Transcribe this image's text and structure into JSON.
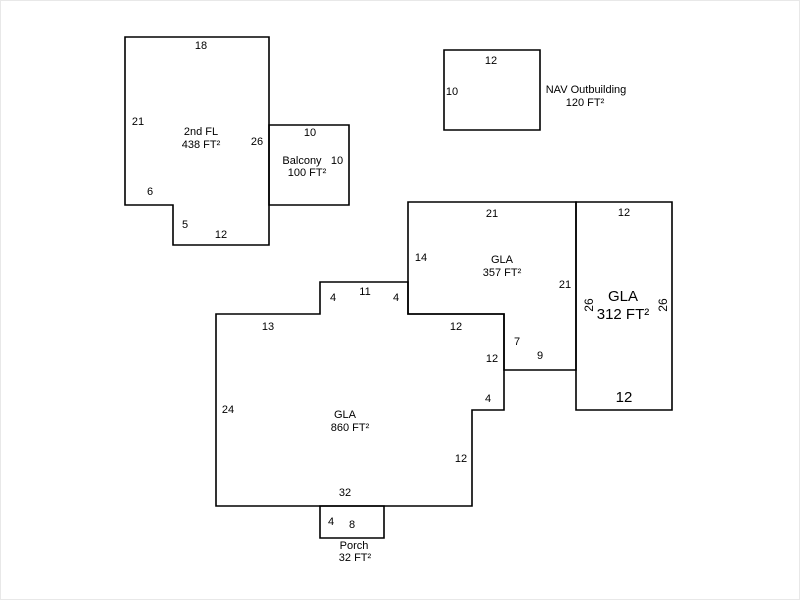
{
  "sketch": {
    "background_color": "#ffffff",
    "line_color": "#000000",
    "shapes": {
      "second_floor": {
        "label": "2nd FL",
        "area": "438 FT²",
        "dim_top": "18",
        "dim_left": "21",
        "dim_right": "26",
        "dim_notch_bottom": "6",
        "dim_notch_side": "5",
        "dim_bottom": "12"
      },
      "balcony": {
        "label": "Balcony",
        "area": "100 FT²",
        "dim_top": "10",
        "dim_right": "10"
      },
      "outbuilding": {
        "label": "NAV Outbuilding",
        "area": "120 FT²",
        "dim_top": "12",
        "dim_left": "10"
      },
      "gla_357": {
        "label": "GLA",
        "area": "357 FT²",
        "dim_top": "21",
        "dim_left": "14",
        "dim_right": "21",
        "dim_notch_side": "7",
        "dim_bottom": "9"
      },
      "gla_312": {
        "label": "GLA",
        "area": "312 FT²",
        "dim_top": "12",
        "dim_left": "26",
        "dim_right": "26",
        "dim_bottom": "12"
      },
      "gla_860": {
        "label": "GLA",
        "area": "860 FT²",
        "dim_top_left": "13",
        "dim_bump_left": "4",
        "dim_bump_top": "11",
        "dim_bump_right": "4",
        "dim_top_right": "12",
        "dim_right_upper": "12",
        "dim_step_top": "4",
        "dim_right_lower": "12",
        "dim_left": "24",
        "dim_bottom": "32"
      },
      "porch": {
        "label": "Porch",
        "area": "32 FT²",
        "dim_side": "4",
        "dim_width": "8"
      }
    }
  }
}
